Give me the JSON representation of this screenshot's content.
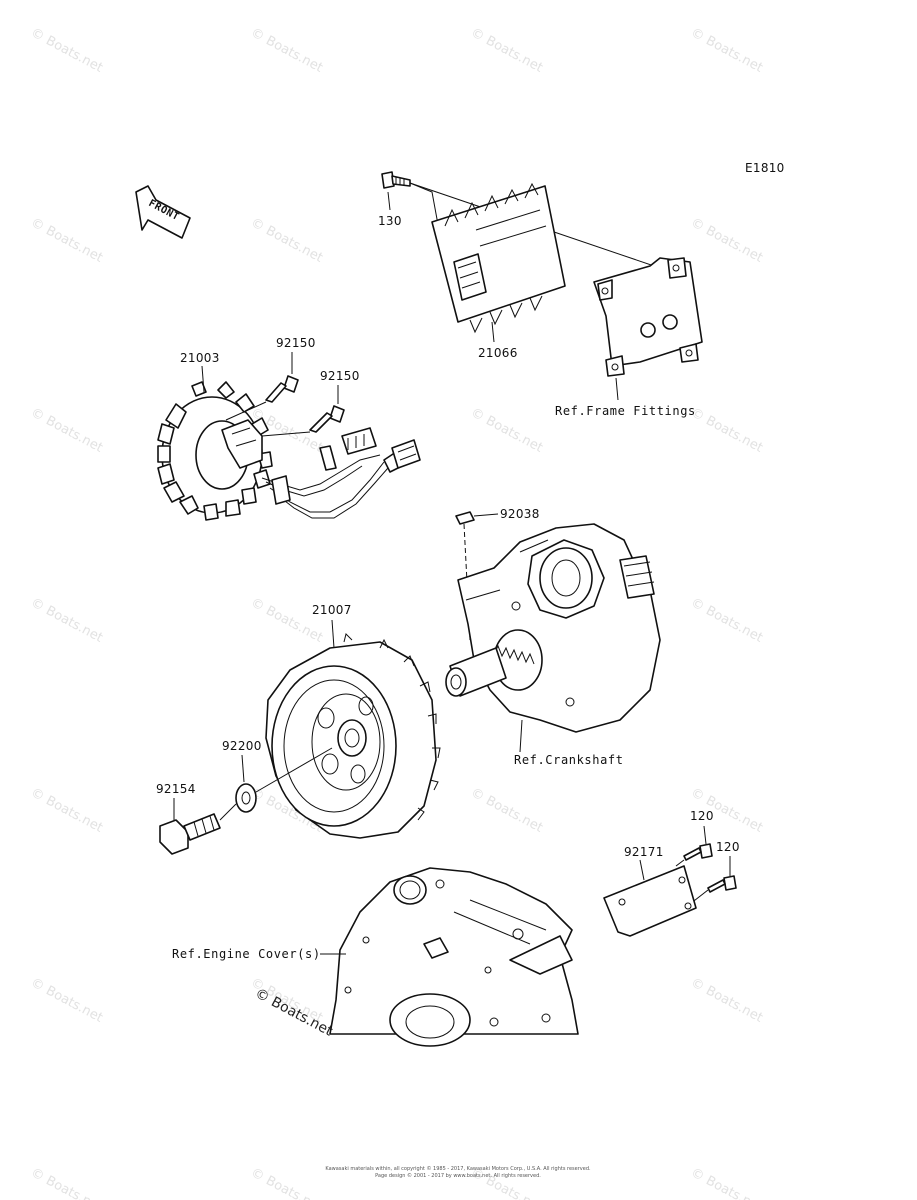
{
  "diagram_code": "E1810",
  "front_label": "FRONT",
  "watermark_text": "© Boats.net",
  "credit_text": "© Boats.net",
  "parts": {
    "p130": "130",
    "p21066": "21066",
    "p21003": "21003",
    "p92150a": "92150",
    "p92150b": "92150",
    "p92038": "92038",
    "p21007": "21007",
    "p92200": "92200",
    "p92154": "92154",
    "p120a": "120",
    "p120b": "120",
    "p92171": "92171"
  },
  "references": {
    "frame": "Ref.Frame Fittings",
    "crankshaft": "Ref.Crankshaft",
    "engine_cover": "Ref.Engine Cover(s)"
  },
  "copyright_line1": "Kawasaki materials within, all copyright © 1985 - 2017, Kawasaki Motors Corp., U.S.A. All rights reserved.",
  "copyright_line2": "Page design © 2001 - 2017 by www.boats.net. All rights reserved."
}
